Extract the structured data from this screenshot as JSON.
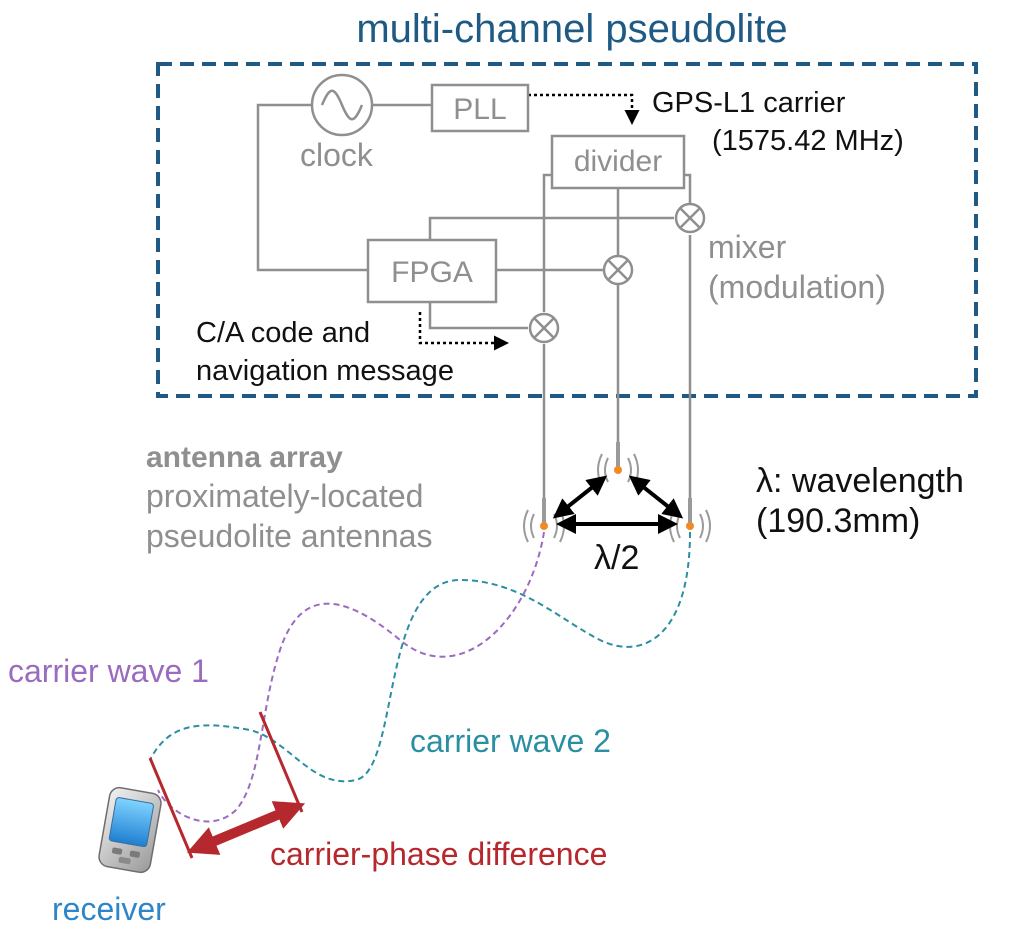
{
  "title": "multi-channel pseudolite",
  "blocks": {
    "pll": "PLL",
    "divider": "divider",
    "fpga": "FPGA",
    "clock": "clock"
  },
  "annotations": {
    "gps_line1": "GPS-L1 carrier",
    "gps_line2": "(1575.42 MHz)",
    "mixer_line1": "mixer",
    "mixer_line2": "(modulation)",
    "ca_line1": "C/A code and",
    "ca_line2": "navigation message"
  },
  "antenna": {
    "heading": "antenna array",
    "desc_line1": "proximately-located",
    "desc_line2": "pseudolite antennas",
    "half_wavelength": "λ/2",
    "wavelength_line1": "λ: wavelength",
    "wavelength_line2": "(190.3mm)"
  },
  "waves": {
    "wave1": "carrier wave 1",
    "wave2": "carrier wave 2",
    "phase_difference": "carrier-phase difference"
  },
  "receiver": "receiver",
  "colors": {
    "title": "#1f5a85",
    "block_gray": "#8f8f8f",
    "wave1": "#9b6bbf",
    "wave2": "#2b8fa3",
    "phase": "#b5282d",
    "receiver": "#2e86c8",
    "antenna_dot": "#f08a24"
  }
}
